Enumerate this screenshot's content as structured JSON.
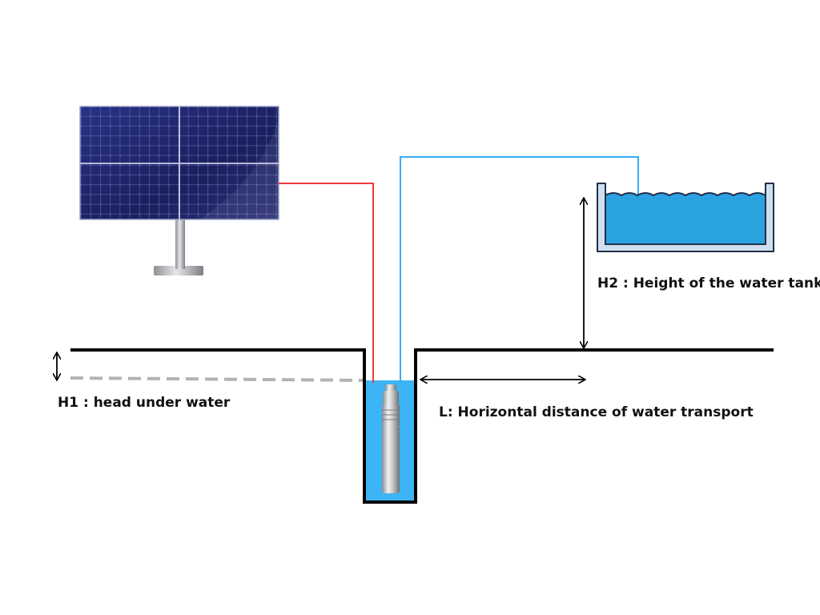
{
  "labels": {
    "h1": "H1 : head under water",
    "l": "L: Horizontal distance of water transport",
    "h2": "H2 : Height of the water tank"
  },
  "colors": {
    "power_cable": "#ef3b3b",
    "water_pipe": "#35aef0",
    "well_water": "#3db4f5",
    "tank_water": "#2aa3e0",
    "tank_frame": "#cfdff0",
    "tank_border": "#222f4a",
    "ground": "#000000",
    "water_level": "#b3b3b3",
    "panel_cell": "#1d2468"
  },
  "icons": [
    "solar-panel-icon",
    "submersible-pump-icon",
    "water-tank-icon"
  ]
}
